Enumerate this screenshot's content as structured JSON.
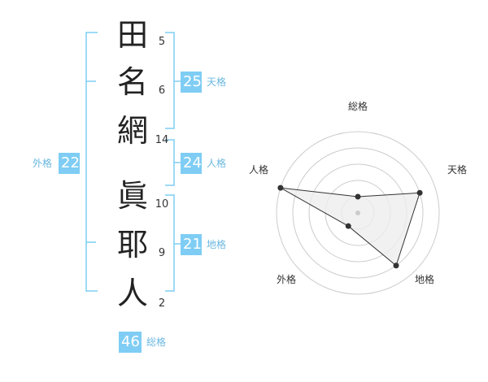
{
  "surname": [
    {
      "char": "田",
      "strokes": "5"
    },
    {
      "char": "名",
      "strokes": "6"
    },
    {
      "char": "網",
      "strokes": "14"
    }
  ],
  "given": [
    {
      "char": "眞",
      "strokes": "10"
    },
    {
      "char": "耶",
      "strokes": "9"
    },
    {
      "char": "人",
      "strokes": "2"
    }
  ],
  "fortunes": {
    "tenkaku": {
      "value": "25",
      "label": "天格"
    },
    "jinkaku": {
      "value": "24",
      "label": "人格"
    },
    "chikaku": {
      "value": "21",
      "label": "地格"
    },
    "gaikaku": {
      "value": "22",
      "label": "外格"
    },
    "soukaku": {
      "value": "46",
      "label": "総格"
    }
  },
  "radar": {
    "axes": [
      "総格",
      "天格",
      "地格",
      "外格",
      "人格"
    ],
    "levels": [
      1,
      4,
      4,
      1,
      5
    ],
    "max": 5,
    "colors": {
      "ring": "#cccccc",
      "fill": "#eeeeee",
      "line": "#333333",
      "point": "#333333",
      "center": "#cccccc"
    }
  },
  "colors": {
    "bracket": "#7fcdf4",
    "badge": "#7fcdf4",
    "label": "#6bb8e0"
  }
}
